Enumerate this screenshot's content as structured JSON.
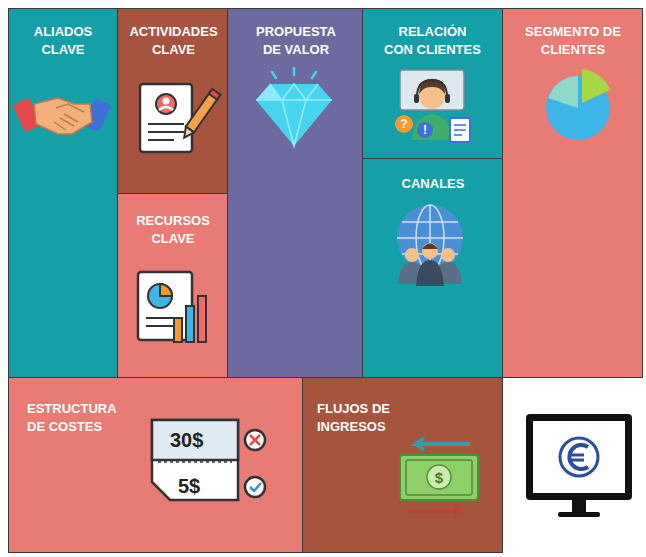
{
  "diagram": {
    "nodes": [
      {
        "text": [
          "ALIADOS CLAVE"
        ]
      },
      {
        "text": [
          "ACTIVIDADES CLAVE"
        ]
      },
      {
        "text": [
          "RECURSOS CLAVE"
        ]
      },
      {
        "text": [
          "PROPUESTA DE VALOR"
        ]
      },
      {
        "text": [
          "RELACIÓN CON CLIENTES"
        ]
      },
      {
        "text": [
          "CANALES"
        ]
      },
      {
        "text": [
          "SEGMENTO DE CLIENTES"
        ]
      },
      {
        "text": [
          "ESTRUCTURA DE COSTES"
        ]
      },
      {
        "text": [
          "FLUJOS DE INGRESOS"
        ]
      }
    ],
    "labels": [
      "30$",
      "5$",
      "?",
      "!",
      "$"
    ]
  }
}
